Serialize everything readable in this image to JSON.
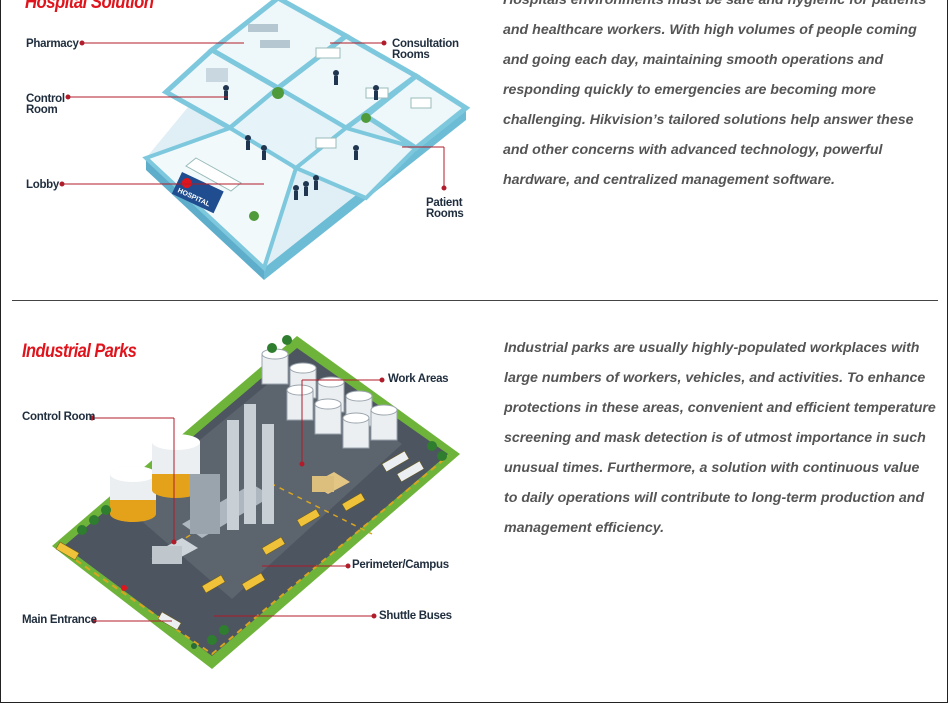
{
  "hospital": {
    "title": "Hospital Solution",
    "labels": {
      "pharmacy": "Pharmacy",
      "control_room_1": "Control",
      "control_room_2": "Room",
      "lobby": "Lobby",
      "consultation_1": "Consultation",
      "consultation_2": "Rooms",
      "patient_1": "Patient",
      "patient_2": "Rooms",
      "sign_hospital": "HOSPITAL"
    },
    "description": "Hospitals environments must be safe and hygienic for patients and healthcare workers. With high volumes of people coming and going each day, maintaining smooth operations and responding quickly to emergencies are becoming more challenging. Hikvision’s tailored solutions help answer these and other concerns with advanced technology, powerful hardware, and centralized management software."
  },
  "industrial": {
    "title": "Industrial Parks",
    "labels": {
      "control_room": "Control Room",
      "work_areas": "Work Areas",
      "perimeter": "Perimeter/Campus",
      "main_entrance": "Main Entrance",
      "shuttle_buses": "Shuttle Buses"
    },
    "description": "Industrial parks are usually highly-populated workplaces with large numbers of workers, vehicles, and activities. To enhance protections in these areas, convenient and efficient temperature screening and mask detection is of utmost importance in such unusual times. Furthermore, a solution with continuous value to daily operations will contribute to long-term production and management efficiency."
  },
  "colors": {
    "title_red": "#e0141c",
    "callout_red": "#b01c2a",
    "hospital_wall": "#7ec8de",
    "hospital_floor": "#eef7fa",
    "grass": "#6fb43a",
    "ground": "#4d5560",
    "tank": "#eceff1"
  }
}
